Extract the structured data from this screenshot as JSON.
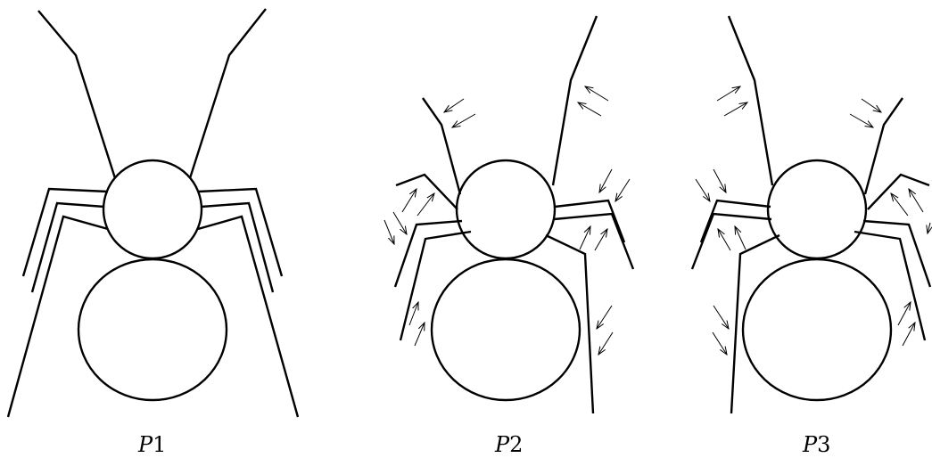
{
  "figure": {
    "panels": [
      {
        "id": "p1",
        "label": "P",
        "label_index": "1"
      },
      {
        "id": "p2",
        "label": "P",
        "label_index": "2"
      },
      {
        "id": "p3",
        "label": "P",
        "label_index": "3"
      }
    ]
  },
  "colors": {
    "stroke": "#000000",
    "background": "#ffffff"
  }
}
